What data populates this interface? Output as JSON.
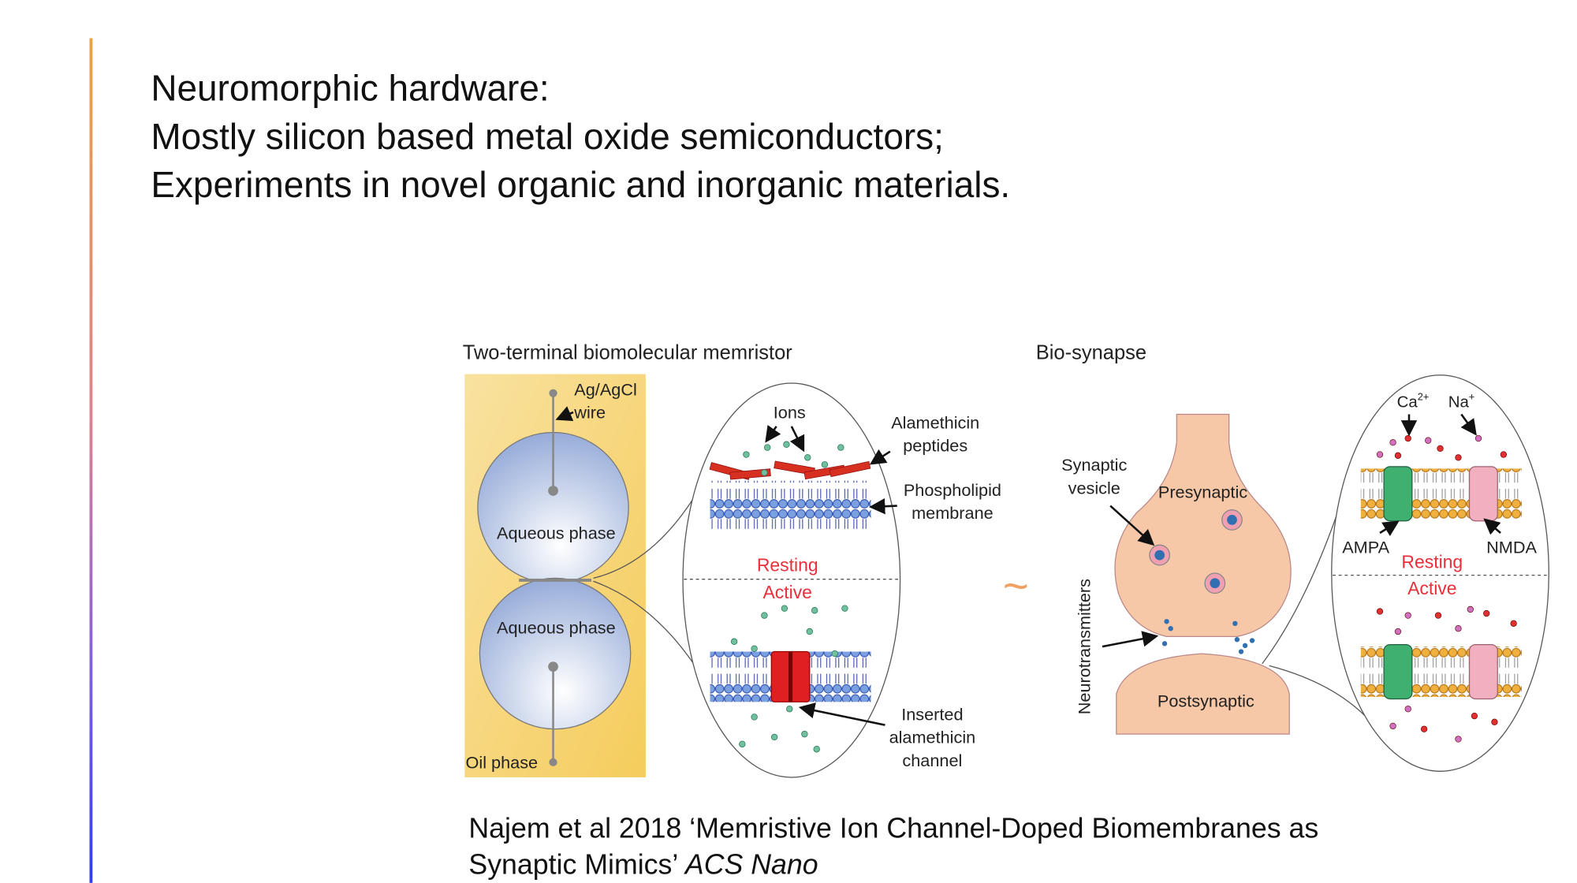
{
  "slide": {
    "title_lines": [
      "Neuromorphic hardware:",
      "Mostly silicon based metal oxide semiconductors;",
      "Experiments in novel organic and inorganic materials."
    ],
    "citation_line1": "Najem et al 2018 ‘Memristive Ion Channel-Doped Biomembranes as",
    "citation_line2": "Synaptic Mimics’ ",
    "citation_journal": "ACS Nano"
  },
  "figure": {
    "left_title": "Two-terminal biomolecular memristor",
    "right_title": "Bio-synapse",
    "tilde": "~",
    "memristor": {
      "wire_label_1": "Ag/AgCl",
      "wire_label_2": "wire",
      "aqueous_top": "Aqueous phase",
      "aqueous_bottom": "Aqueous phase",
      "oil": "Oil phase",
      "ions": "Ions",
      "alamethicin_1": "Alamethicin",
      "alamethicin_2": "peptides",
      "phospholipid_1": "Phospholipid",
      "phospholipid_2": "membrane",
      "resting": "Resting",
      "active": "Active",
      "inserted_1": "Inserted",
      "inserted_2": "alamethicin",
      "inserted_3": "channel"
    },
    "synapse": {
      "vesicle_1": "Synaptic",
      "vesicle_2": "vesicle",
      "presynaptic": "Presynaptic",
      "postsynaptic": "Postsynaptic",
      "neurotransmitters": "Neurotransmitters",
      "ca": "Ca",
      "ca_sup": "2+",
      "na": "Na",
      "na_sup": "+",
      "ampa": "AMPA",
      "nmda": "NMDA",
      "resting": "Resting",
      "active": "Active"
    },
    "colors": {
      "state": "#e8303a",
      "droplet": "#9fb4dc",
      "background": "#f7d884",
      "neuron": "#f6c8a8"
    }
  }
}
